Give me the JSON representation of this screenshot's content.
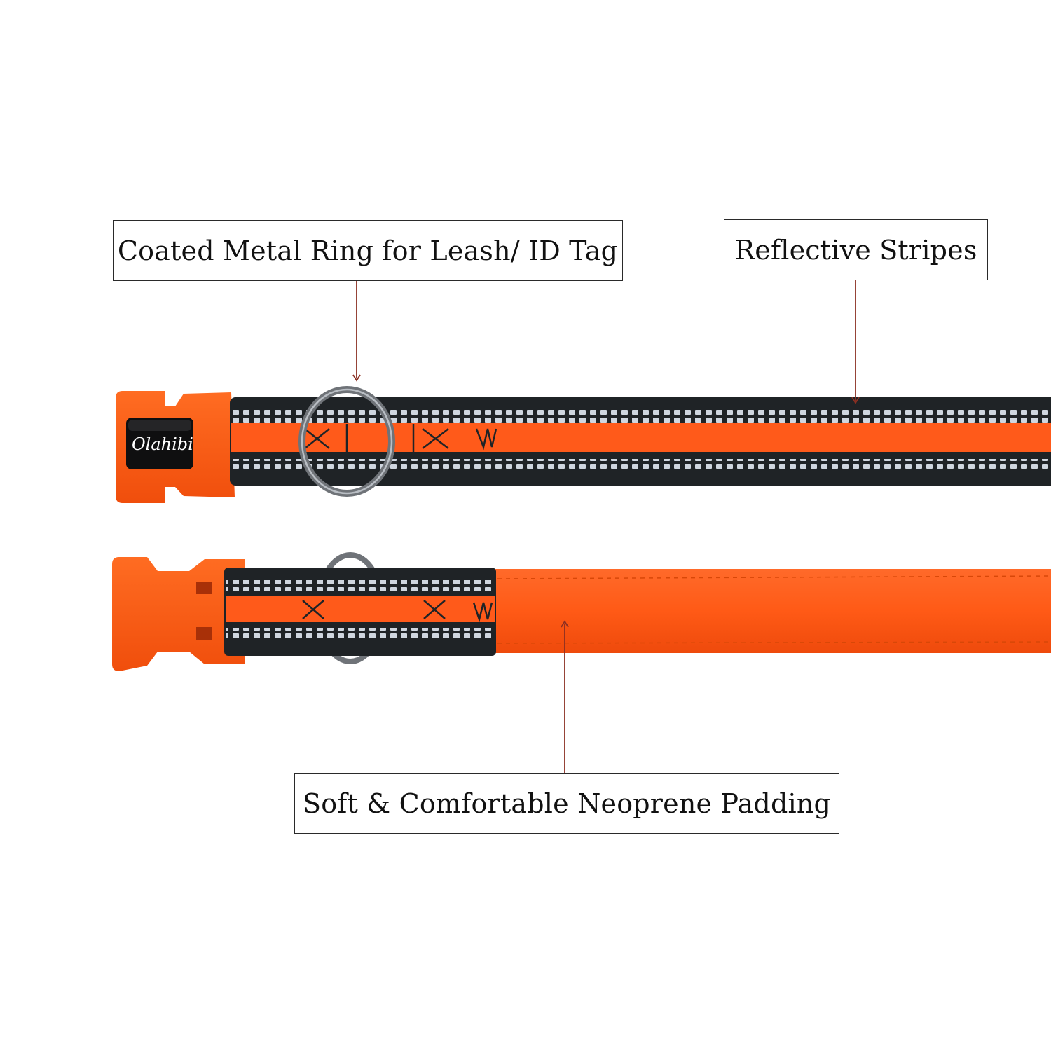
{
  "callouts": {
    "ring": "Coated Metal Ring for Leash/ ID Tag",
    "stripes": "Reflective Stripes",
    "padding": "Soft & Comfortable Neoprene Padding"
  },
  "brand_logo": "Olahibi",
  "colors": {
    "orange": "#ff5a1a",
    "buckle_orange": "#ff5a14",
    "webbing_black": "#1f2326",
    "reflective": "#cfd6df",
    "leader_line": "#8b2f22",
    "metal_ring": "#6f7378"
  },
  "photo": {
    "subject": "orange dog collar, front and back views"
  }
}
